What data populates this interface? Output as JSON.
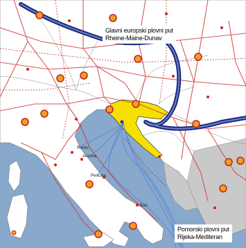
{
  "callouts": {
    "rhine_main_danube": {
      "line1": "Glavni europski plovni put",
      "line2": "Rheine-Maine-Dunav"
    },
    "rijeka_mediterranean": {
      "line1": "Pomorski plovni put",
      "line2": "Rijeka-Mediteran"
    }
  },
  "cities": {
    "rimini": "Rimini",
    "ancona": "Ancona",
    "pescara": "Pescara",
    "bari": "Bari"
  },
  "colors": {
    "sea": "#88a8cc",
    "land": "#ffffff",
    "neighbor_land": "#c9c9c9",
    "waterway": "#2a3d9c",
    "croatia": "#f5e000",
    "road": "#d23a3a",
    "sea_route": "#4a7fd6"
  }
}
